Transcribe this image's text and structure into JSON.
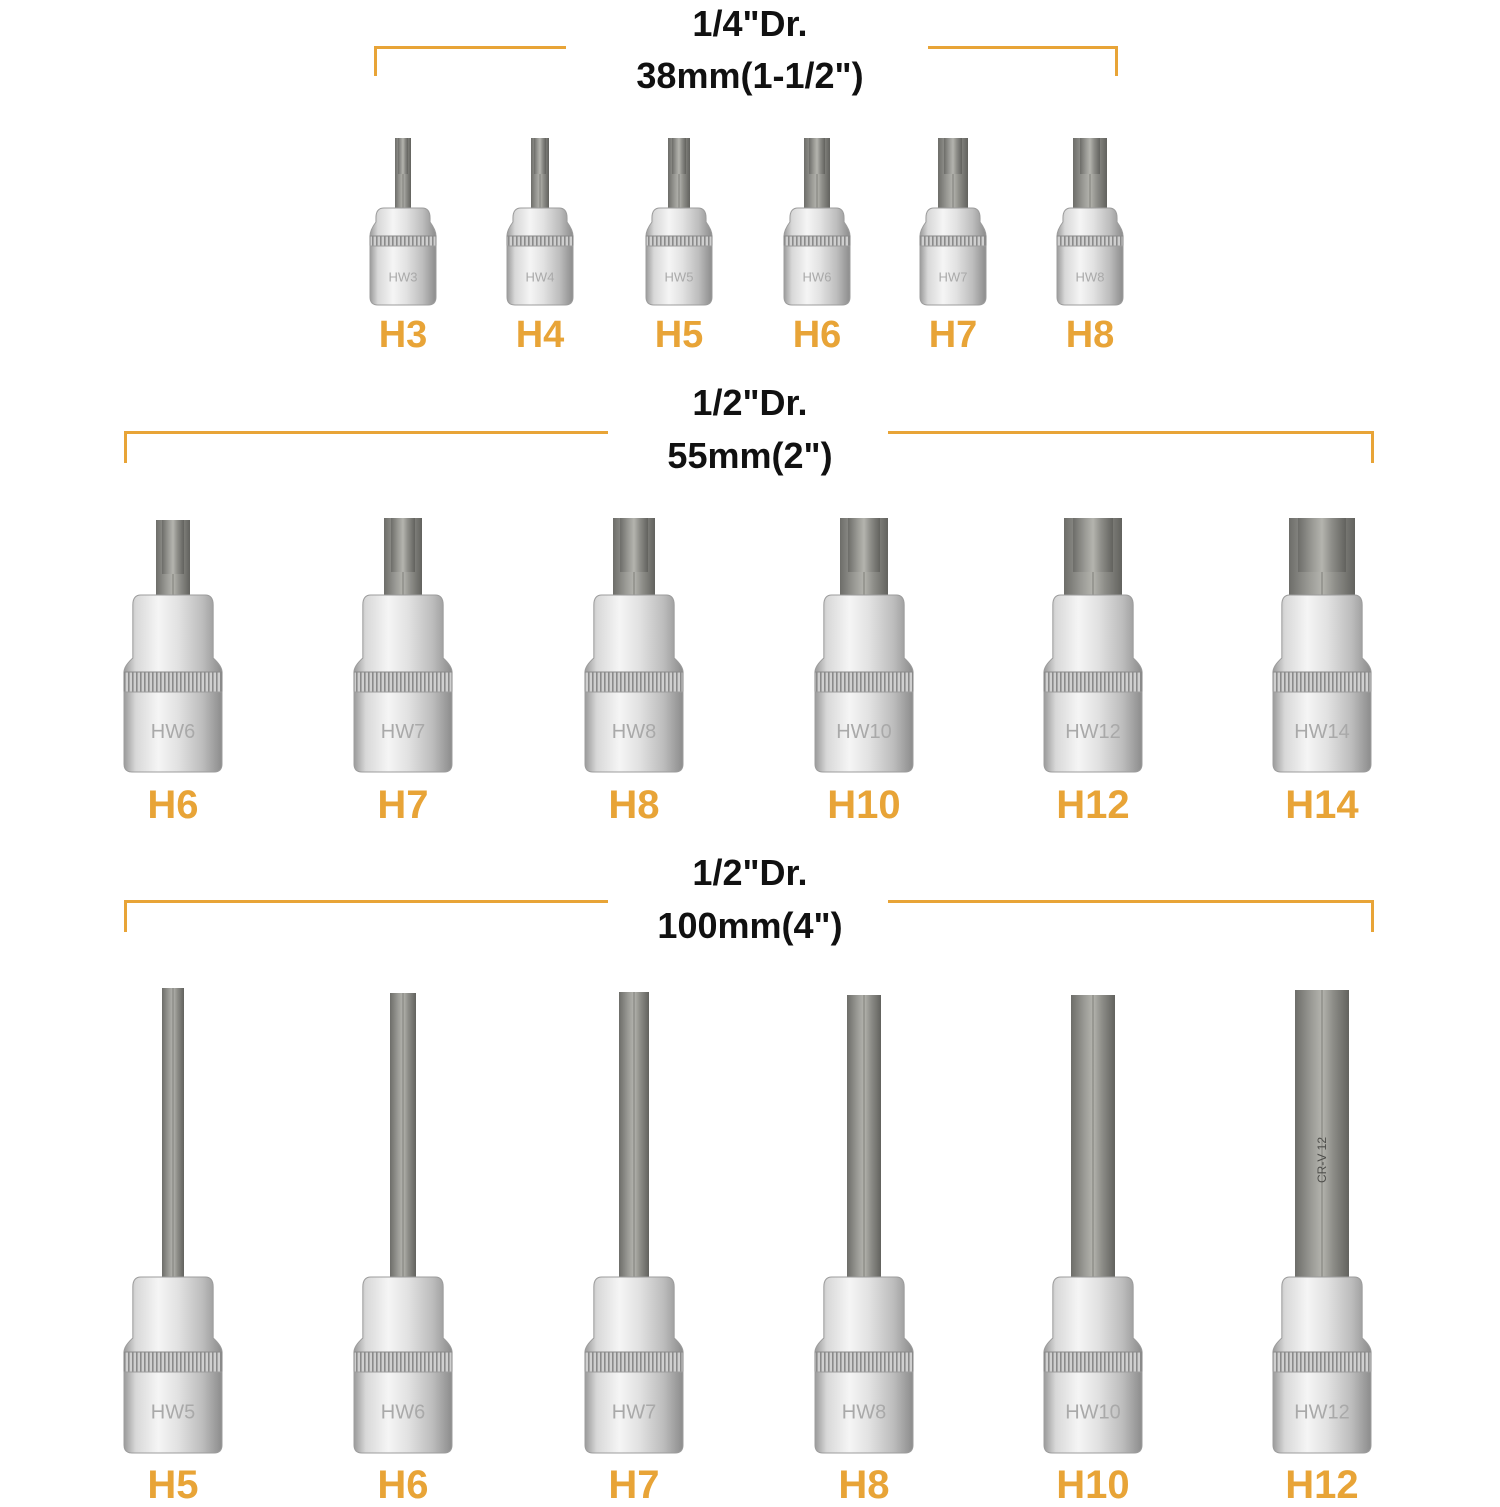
{
  "sections": [
    {
      "drive": "1/4\"Dr.",
      "length": "38mm(1-1/2\")",
      "items": [
        {
          "label": "H3",
          "marking": "HW3"
        },
        {
          "label": "H4",
          "marking": "HW4"
        },
        {
          "label": "H5",
          "marking": "HW5"
        },
        {
          "label": "H6",
          "marking": "HW6"
        },
        {
          "label": "H7",
          "marking": "HW7"
        },
        {
          "label": "H8",
          "marking": "HW8"
        }
      ]
    },
    {
      "drive": "1/2\"Dr.",
      "length": "55mm(2\")",
      "items": [
        {
          "label": "H6",
          "marking": "HW6"
        },
        {
          "label": "H7",
          "marking": "HW7"
        },
        {
          "label": "H8",
          "marking": "HW8"
        },
        {
          "label": "H10",
          "marking": "HW10"
        },
        {
          "label": "H12",
          "marking": "HW12"
        },
        {
          "label": "H14",
          "marking": "HW14"
        }
      ]
    },
    {
      "drive": "1/2\"Dr.",
      "length": "100mm(4\")",
      "items": [
        {
          "label": "H5",
          "marking": "HW5"
        },
        {
          "label": "H6",
          "marking": "HW6"
        },
        {
          "label": "H7",
          "marking": "HW7"
        },
        {
          "label": "H8",
          "marking": "HW8"
        },
        {
          "label": "H10",
          "marking": "HW10"
        },
        {
          "label": "H12",
          "marking": "HW12",
          "shank_marking": "CR-V 12"
        }
      ]
    }
  ],
  "colors": {
    "accent": "#e8a437",
    "text": "#111111",
    "chrome": "#d9d9d9",
    "steel": "#8a8a86"
  }
}
